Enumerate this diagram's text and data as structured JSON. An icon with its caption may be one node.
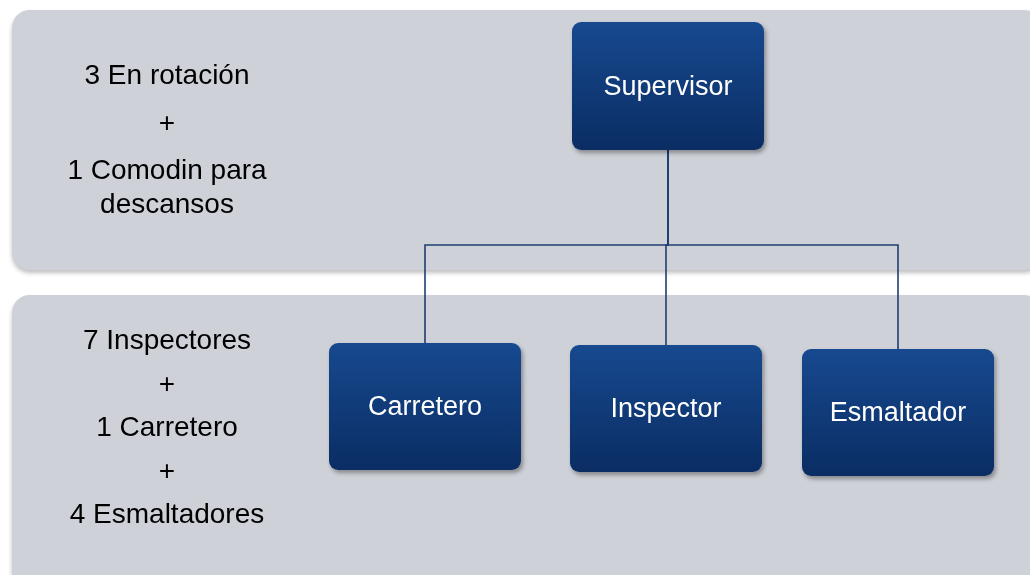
{
  "diagram": {
    "nodes": [
      {
        "text": [
          "3 En rotación",
          "+",
          "1 Comodin para descansos"
        ]
      },
      {
        "text": [
          "Supervisor"
        ],
        "in": 0
      },
      {
        "text": [
          "7 Inspectores",
          "+",
          "1 Carretero",
          "+",
          "4 Esmaltadores"
        ]
      },
      {
        "text": [
          "Carretero"
        ],
        "in": 2
      },
      {
        "text": [
          "Inspector"
        ],
        "in": 2
      },
      {
        "text": [
          "Esmaltador"
        ],
        "in": 2
      }
    ],
    "edges": [
      {
        "from": 1,
        "to": 3,
        "arrow": "none"
      },
      {
        "from": 1,
        "to": 4,
        "arrow": "none"
      },
      {
        "from": 1,
        "to": 5,
        "arrow": "none"
      }
    ]
  }
}
